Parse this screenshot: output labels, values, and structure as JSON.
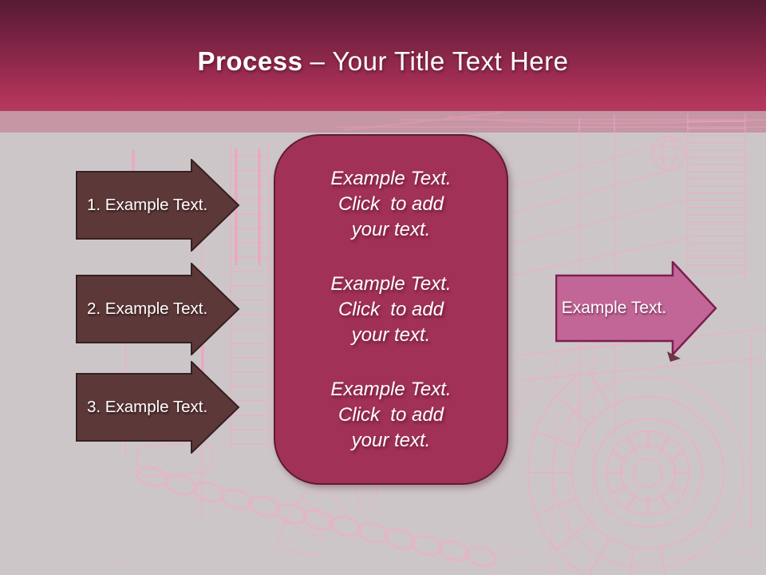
{
  "header": {
    "title_bold": "Process",
    "title_dash": "–",
    "title_rest": "Your Title Text Here"
  },
  "process_arrows": [
    {
      "label": "1. Example Text."
    },
    {
      "label": "2. Example Text."
    },
    {
      "label": "3. Example Text."
    }
  ],
  "center_box": {
    "blocks": [
      "Example Text.\nClick  to add\nyour text.",
      "Example Text.\nClick  to add\nyour text.",
      "Example Text.\nClick  to add\nyour text."
    ]
  },
  "result_arrow": {
    "label": "Example Text."
  },
  "colors": {
    "header_top": "#581b33",
    "header_bottom": "#b53a60",
    "strip": "#c493a2",
    "background": "#cdc6c8",
    "step_arrow_fill": "#5c3839",
    "step_arrow_border": "#352021",
    "center_box_fill": "#a23157",
    "center_box_border": "#5e1b37",
    "result_arrow_fill": "#c16697",
    "result_arrow_border": "#7b1f4e",
    "wireframe_pink": "#f5a8c5",
    "text": "#ffffff"
  }
}
